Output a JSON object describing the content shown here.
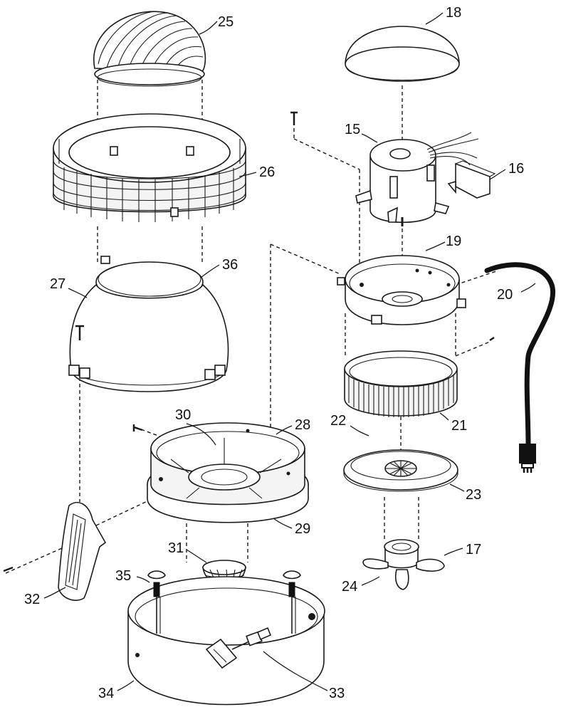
{
  "callouts": {
    "c15": "15",
    "c16": "16",
    "c17": "17",
    "c18": "18",
    "c19": "19",
    "c20": "20",
    "c21": "21",
    "c22": "22",
    "c23": "23",
    "c24": "24",
    "c25": "25",
    "c26": "26",
    "c27": "27",
    "c28": "28",
    "c29": "29",
    "c30": "30",
    "c31": "31",
    "c32": "32",
    "c33": "33",
    "c34": "34",
    "c35": "35",
    "c36": "36"
  },
  "colors": {
    "line": "#1a1a1a",
    "background": "#ffffff",
    "cord": "#111111"
  }
}
